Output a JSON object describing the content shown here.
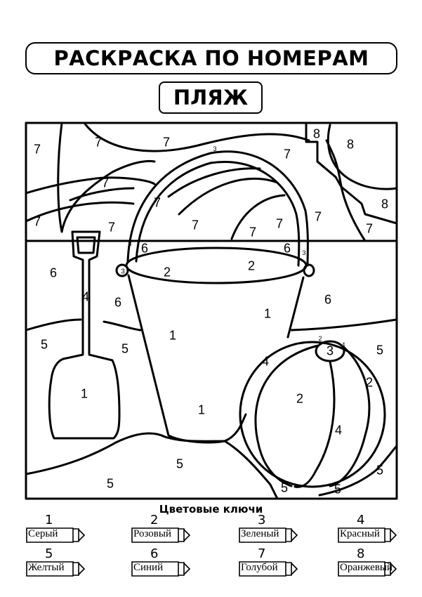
{
  "header": {
    "title": "РАСКРАСКА ПО НОМЕРАМ",
    "subtitle": "ПЛЯЖ"
  },
  "legend": {
    "title": "Цветовые ключи",
    "keys": [
      {
        "number": "1",
        "color_name": "Серый"
      },
      {
        "number": "2",
        "color_name": "Розовый"
      },
      {
        "number": "3",
        "color_name": "Зеленый"
      },
      {
        "number": "4",
        "color_name": "Красный"
      },
      {
        "number": "5",
        "color_name": "Желтый"
      },
      {
        "number": "6",
        "color_name": "Синий"
      },
      {
        "number": "7",
        "color_name": "Голубой"
      },
      {
        "number": "8",
        "color_name": "Оранжевый"
      }
    ]
  },
  "picture": {
    "region_numbers": [
      "7",
      "7",
      "7",
      "7",
      "8",
      "8",
      "8",
      "7",
      "7",
      "7",
      "7",
      "7",
      "7",
      "7",
      "7",
      "7",
      "7",
      "3",
      "6",
      "2",
      "2",
      "6",
      "3",
      "3",
      "3",
      "6",
      "4",
      "6",
      "6",
      "1",
      "1",
      "5",
      "5",
      "5",
      "1",
      "4",
      "2",
      "3",
      "2",
      "4",
      "5",
      "2",
      "4",
      "1",
      "5",
      "5",
      "5",
      "5",
      "5",
      "5"
    ],
    "icons": [
      "bucket-icon",
      "shovel-icon",
      "beach-ball-icon",
      "sun-icon"
    ]
  }
}
